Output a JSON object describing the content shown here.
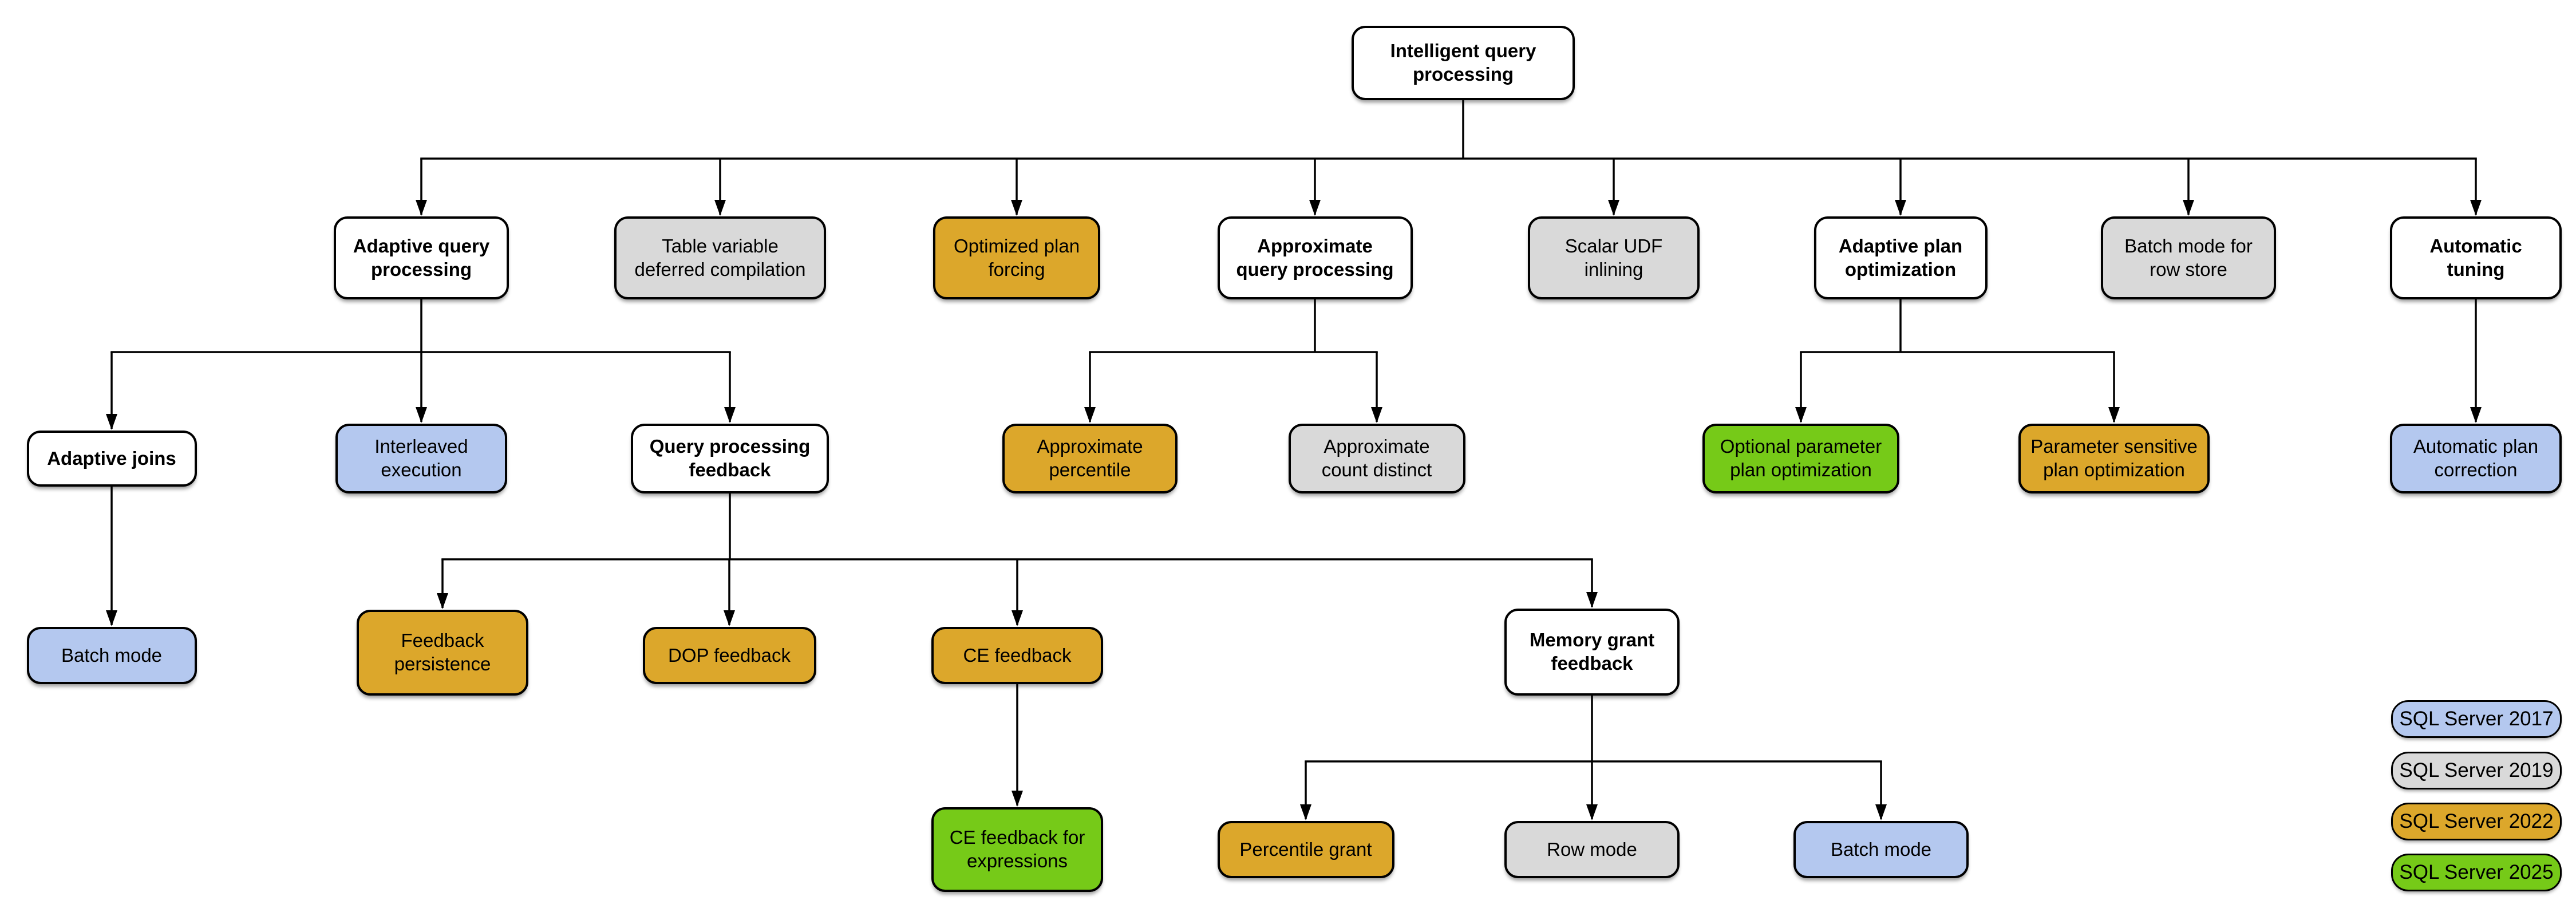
{
  "diagram": {
    "type": "tree",
    "description": "Intelligent query processing feature family tree",
    "colors": {
      "plain": "#ffffff",
      "v2017": "#b4c8ef",
      "v2019": "#d9d9d9",
      "v2022": "#dca72b",
      "v2025": "#76ca18",
      "border": "#000000",
      "line": "#000000"
    },
    "nodes": [
      {
        "id": "root",
        "label": "Intelligent query\nprocessing",
        "category": "plain"
      },
      {
        "id": "aqp",
        "label": "Adaptive query\nprocessing",
        "category": "plain"
      },
      {
        "id": "tvdc",
        "label": "Table variable\ndeferred compilation",
        "category": "v2019"
      },
      {
        "id": "opf",
        "label": "Optimized plan\nforcing",
        "category": "v2022"
      },
      {
        "id": "aqproc",
        "label": "Approximate\nquery processing",
        "category": "plain"
      },
      {
        "id": "sudf",
        "label": "Scalar UDF\ninlining",
        "category": "v2019"
      },
      {
        "id": "apo",
        "label": "Adaptive plan\noptimization",
        "category": "plain"
      },
      {
        "id": "bmrs",
        "label": "Batch mode for\nrow store",
        "category": "v2019"
      },
      {
        "id": "at",
        "label": "Automatic\ntuning",
        "category": "plain"
      },
      {
        "id": "aj",
        "label": "Adaptive joins",
        "category": "plain"
      },
      {
        "id": "ie",
        "label": "Interleaved\nexecution",
        "category": "v2017"
      },
      {
        "id": "qpf",
        "label": "Query processing\nfeedback",
        "category": "plain"
      },
      {
        "id": "ap",
        "label": "Approximate\npercentile",
        "category": "v2022"
      },
      {
        "id": "acd",
        "label": "Approximate\ncount distinct",
        "category": "v2019"
      },
      {
        "id": "oppo",
        "label": "Optional parameter\nplan optimization",
        "category": "v2025"
      },
      {
        "id": "pspo",
        "label": "Parameter sensitive\nplan optimization",
        "category": "v2022"
      },
      {
        "id": "apc",
        "label": "Automatic plan\ncorrection",
        "category": "v2017"
      },
      {
        "id": "bm1",
        "label": "Batch mode",
        "category": "v2017"
      },
      {
        "id": "fp",
        "label": "Feedback\npersistence",
        "category": "v2022"
      },
      {
        "id": "dop",
        "label": "DOP feedback",
        "category": "v2022"
      },
      {
        "id": "ce",
        "label": "CE feedback",
        "category": "v2022"
      },
      {
        "id": "mgf",
        "label": "Memory grant\nfeedback",
        "category": "plain"
      },
      {
        "id": "cefe",
        "label": "CE feedback for\nexpressions",
        "category": "v2025"
      },
      {
        "id": "pg",
        "label": "Percentile grant",
        "category": "v2022"
      },
      {
        "id": "rm",
        "label": "Row mode",
        "category": "v2019"
      },
      {
        "id": "bm2",
        "label": "Batch mode",
        "category": "v2017"
      }
    ],
    "edges": [
      [
        "root",
        "aqp"
      ],
      [
        "root",
        "tvdc"
      ],
      [
        "root",
        "opf"
      ],
      [
        "root",
        "aqproc"
      ],
      [
        "root",
        "sudf"
      ],
      [
        "root",
        "apo"
      ],
      [
        "root",
        "bmrs"
      ],
      [
        "root",
        "at"
      ],
      [
        "aqp",
        "aj"
      ],
      [
        "aqp",
        "ie"
      ],
      [
        "aqp",
        "qpf"
      ],
      [
        "aqproc",
        "ap"
      ],
      [
        "aqproc",
        "acd"
      ],
      [
        "apo",
        "oppo"
      ],
      [
        "apo",
        "pspo"
      ],
      [
        "at",
        "apc"
      ],
      [
        "aj",
        "bm1"
      ],
      [
        "qpf",
        "fp"
      ],
      [
        "qpf",
        "dop"
      ],
      [
        "qpf",
        "ce"
      ],
      [
        "qpf",
        "mgf"
      ],
      [
        "ce",
        "cefe"
      ],
      [
        "mgf",
        "pg"
      ],
      [
        "mgf",
        "rm"
      ],
      [
        "mgf",
        "bm2"
      ]
    ],
    "legend": [
      {
        "label": "SQL Server 2017",
        "category": "v2017"
      },
      {
        "label": "SQL Server 2019",
        "category": "v2019"
      },
      {
        "label": "SQL Server 2022",
        "category": "v2022"
      },
      {
        "label": "SQL Server 2025",
        "category": "v2025"
      }
    ]
  }
}
